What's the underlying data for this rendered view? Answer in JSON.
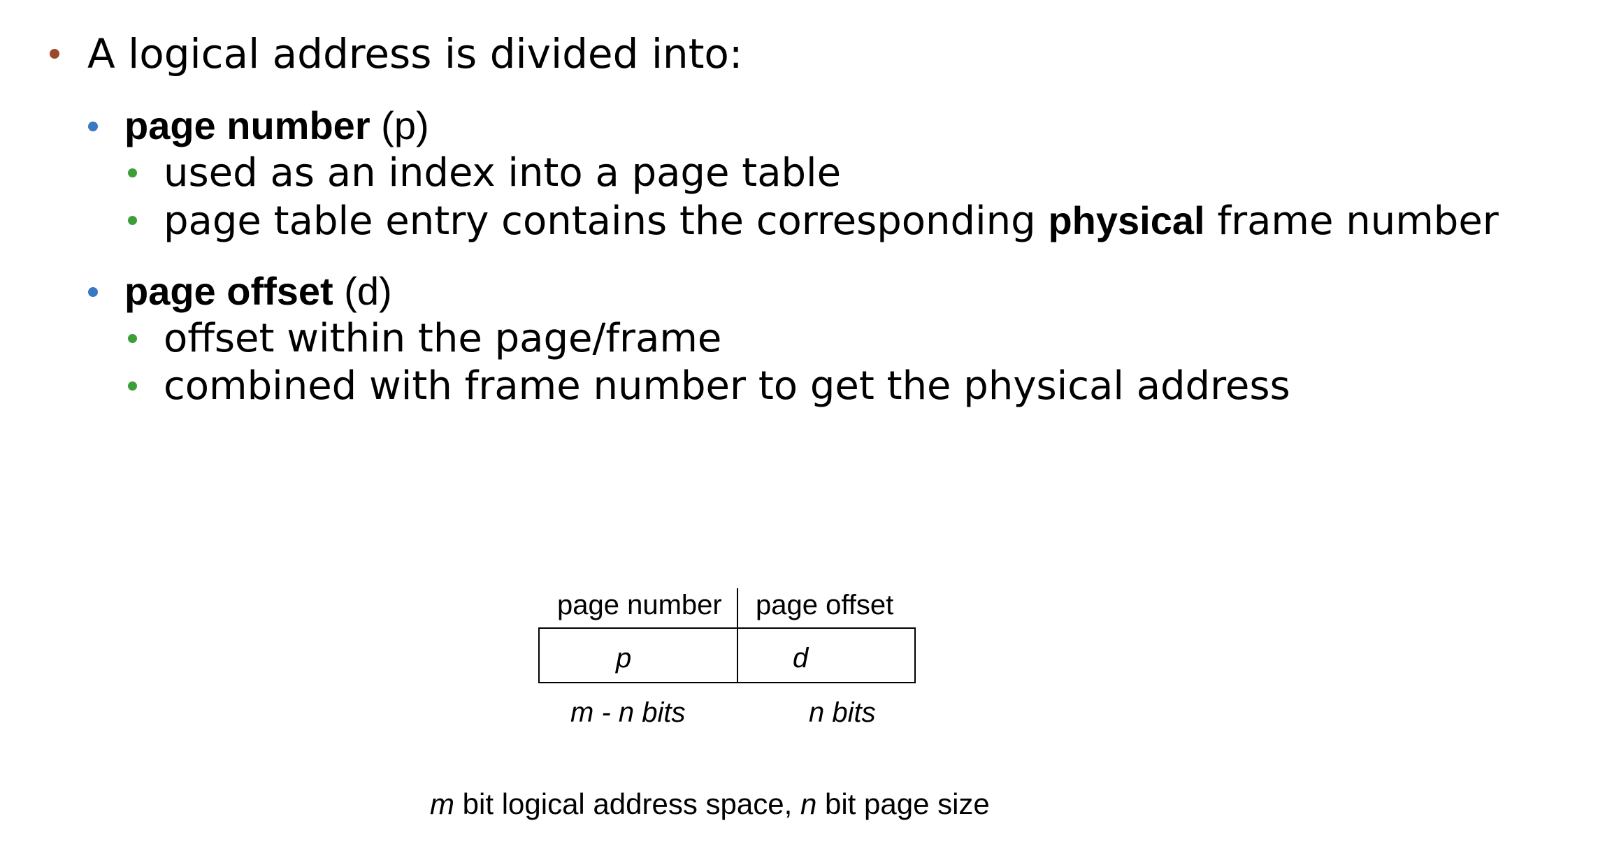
{
  "bullets": {
    "main": "A logical address is divided into:",
    "page_number": {
      "title_bold": "page number",
      "title_rest": " (p)",
      "sub1": "used as an index into a page table",
      "sub2_pre": "page table entry contains the corresponding ",
      "sub2_bold": "physical",
      "sub2_post": " frame number"
    },
    "page_offset": {
      "title_bold": "page offset",
      "title_rest": " (d)",
      "sub1": "offset within the page/frame",
      "sub2": "combined with frame number to get the physical address"
    }
  },
  "diagram": {
    "header_left": "page number",
    "header_right": "page offset",
    "cell_left": "p",
    "cell_right": "d",
    "bits_left": "m - n bits",
    "bits_right": "n bits",
    "caption_m": "m",
    "caption_mid": " bit logical address space, ",
    "caption_n": "n",
    "caption_end": " bit page size"
  },
  "colors": {
    "level1_bullet": "#9a4a2a",
    "level2_bullet": "#3a78c4",
    "level3_bullet": "#3e9e3a"
  }
}
